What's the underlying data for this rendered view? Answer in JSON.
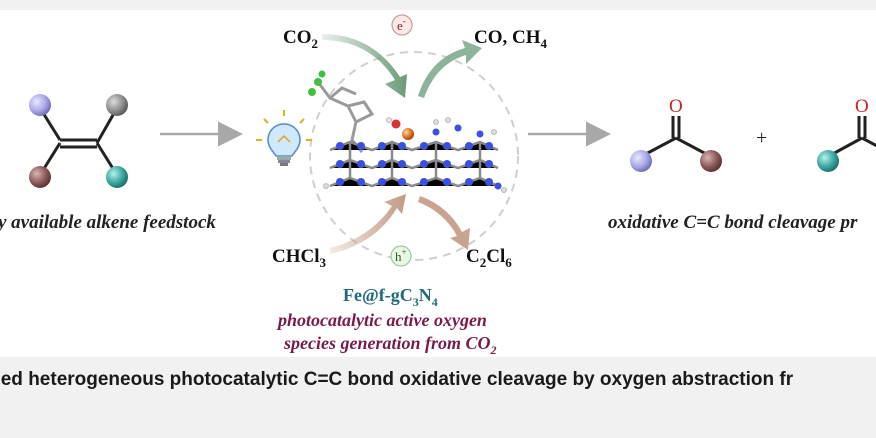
{
  "figure": {
    "feedstock_label": "y available alkene feedstock",
    "product_label": "oxidative C=C bond cleavage pr",
    "plus_sign": "+",
    "oxygen_symbol": "O",
    "reactant_top": {
      "base": "CO",
      "sub": "2"
    },
    "product_top": {
      "base": "CO, CH",
      "sub": "4"
    },
    "reactant_bottom": {
      "base": "CHCl",
      "sub": "3"
    },
    "product_bottom": {
      "c": "C",
      "c_sub": "2",
      "cl": "Cl",
      "cl_sub": "6"
    },
    "electron_badge": {
      "symbol": "e",
      "charge": "-"
    },
    "hole_badge": {
      "symbol": "h",
      "charge": "+"
    },
    "catalyst": {
      "prefix": "Fe@f-gC",
      "sub1": "3",
      "mid": "N",
      "sub2": "4"
    },
    "catalyst_description": {
      "line1": "photocatalytic active oxygen",
      "line2_base": "species generation from CO",
      "line2_sub": "2"
    },
    "colors": {
      "sphere_purple": "#a9a8e6",
      "sphere_gray": "#8e8e8e",
      "sphere_brown": "#8b5a5a",
      "sphere_teal": "#3aa6a0",
      "oxygen_red": "#cc2222",
      "arrow_green": "#6b9a78",
      "arrow_tan": "#c29a84",
      "catalyst_teal": "#1f6a7a",
      "description_maroon": "#7a1a4a",
      "structure_blue": "#3c4fe0"
    },
    "icons": [
      "lightbulb-icon",
      "arrow-right-icon"
    ]
  },
  "caption": {
    "text": "based heterogeneous photocatalytic C=C bond oxidative cleavage by oxygen abstraction fr"
  }
}
